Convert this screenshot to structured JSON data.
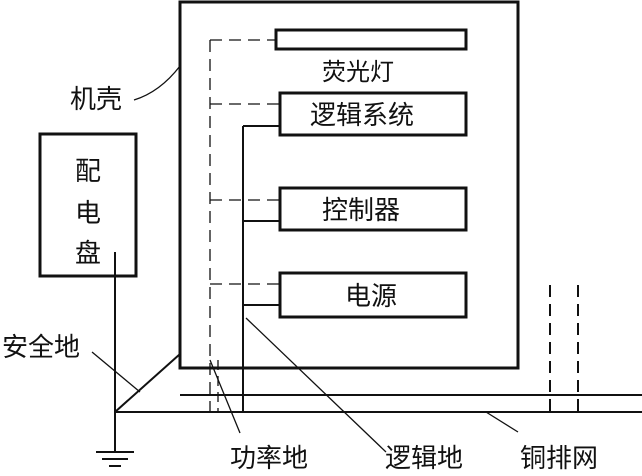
{
  "labels": {
    "chassis": "机壳",
    "fluorescent_lamp": "荧光灯",
    "logic_system": "逻辑系统",
    "controller": "控制器",
    "power_supply": "电源",
    "distribution_panel": [
      "配",
      "电",
      "盘"
    ],
    "safety_ground": "安全地",
    "power_ground": "功率地",
    "logic_ground": "逻辑地",
    "copper_bus_net": "铜排网"
  }
}
